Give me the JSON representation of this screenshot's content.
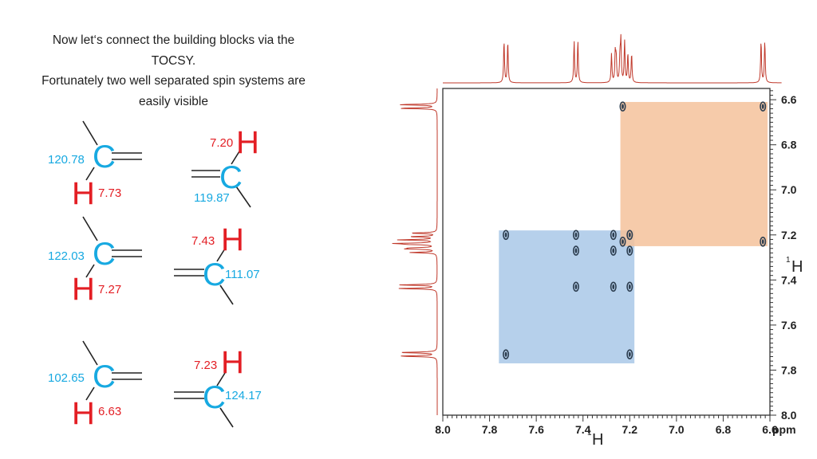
{
  "intro": {
    "line1": "Now let‘s connect the building blocks via the",
    "line2": "TOCSY.",
    "line3": "Fortunately two well separated spin systems are",
    "line4": "easily visible"
  },
  "fragments": [
    {
      "h_symbol": "H",
      "c_symbol": "C",
      "h_shift": "7.73",
      "c_shift": "120.78",
      "orientation": "left"
    },
    {
      "h_symbol": "H",
      "c_symbol": "C",
      "h_shift": "7.20",
      "c_shift": "119.87",
      "orientation": "right"
    },
    {
      "h_symbol": "H",
      "c_symbol": "C",
      "h_shift": "7.27",
      "c_shift": "122.03",
      "orientation": "left"
    },
    {
      "h_symbol": "H",
      "c_symbol": "C",
      "h_shift": "7.43",
      "c_shift": "111.07",
      "orientation": "right"
    },
    {
      "h_symbol": "H",
      "c_symbol": "C",
      "h_shift": "6.63",
      "c_shift": "102.65",
      "orientation": "left"
    },
    {
      "h_symbol": "H",
      "c_symbol": "C",
      "h_shift": "7.23",
      "c_shift": "124.17",
      "orientation": "right"
    }
  ],
  "chart_data": {
    "type": "heatmap",
    "subtype": "2D TOCSY NMR",
    "x_axis": {
      "range": [
        8.0,
        6.6
      ],
      "ticks": [
        "8.0",
        "7.8",
        "7.6",
        "7.4",
        "7.2",
        "7.0",
        "6.8",
        "6.6"
      ],
      "label_sup": "1",
      "label": "H",
      "unit": "ppm"
    },
    "y_axis": {
      "range": [
        6.55,
        8.0
      ],
      "ticks": [
        "6.6",
        "6.8",
        "7.0",
        "7.2",
        "7.4",
        "7.6",
        "7.8",
        "8.0"
      ],
      "label_sup": "1",
      "label": "H",
      "position": "right"
    },
    "spin_systems": [
      {
        "name": "blue",
        "color": "#a9c8e8",
        "x_range": [
          7.76,
          7.18
        ],
        "y_range": [
          7.18,
          7.77
        ]
      },
      {
        "name": "orange",
        "color": "#f5c29b",
        "x_range": [
          7.24,
          6.61
        ],
        "y_range": [
          6.61,
          7.25
        ]
      }
    ],
    "cross_peaks": [
      {
        "x": 7.73,
        "y": 7.2
      },
      {
        "x": 7.43,
        "y": 7.2
      },
      {
        "x": 7.27,
        "y": 7.2
      },
      {
        "x": 7.2,
        "y": 7.2
      },
      {
        "x": 7.43,
        "y": 7.27
      },
      {
        "x": 7.27,
        "y": 7.27
      },
      {
        "x": 7.2,
        "y": 7.27
      },
      {
        "x": 7.43,
        "y": 7.43
      },
      {
        "x": 7.27,
        "y": 7.43
      },
      {
        "x": 7.2,
        "y": 7.43
      },
      {
        "x": 7.73,
        "y": 7.73
      },
      {
        "x": 7.2,
        "y": 7.73
      },
      {
        "x": 7.23,
        "y": 7.23
      },
      {
        "x": 7.23,
        "y": 6.63
      },
      {
        "x": 6.63,
        "y": 6.63
      },
      {
        "x": 6.63,
        "y": 7.23
      }
    ],
    "spectrum_peaks": [
      {
        "shift": 7.73,
        "height": 1.0
      },
      {
        "shift": 7.43,
        "height": 1.0
      },
      {
        "shift": 7.27,
        "height": 0.7
      },
      {
        "shift": 7.25,
        "height": 0.6
      },
      {
        "shift": 7.23,
        "height": 1.0
      },
      {
        "shift": 7.2,
        "height": 0.7
      },
      {
        "shift": 6.63,
        "height": 1.0
      }
    ],
    "colors": {
      "spectrum": "#c0392b",
      "peak": "#2d3e50",
      "frame": "#333333"
    }
  }
}
